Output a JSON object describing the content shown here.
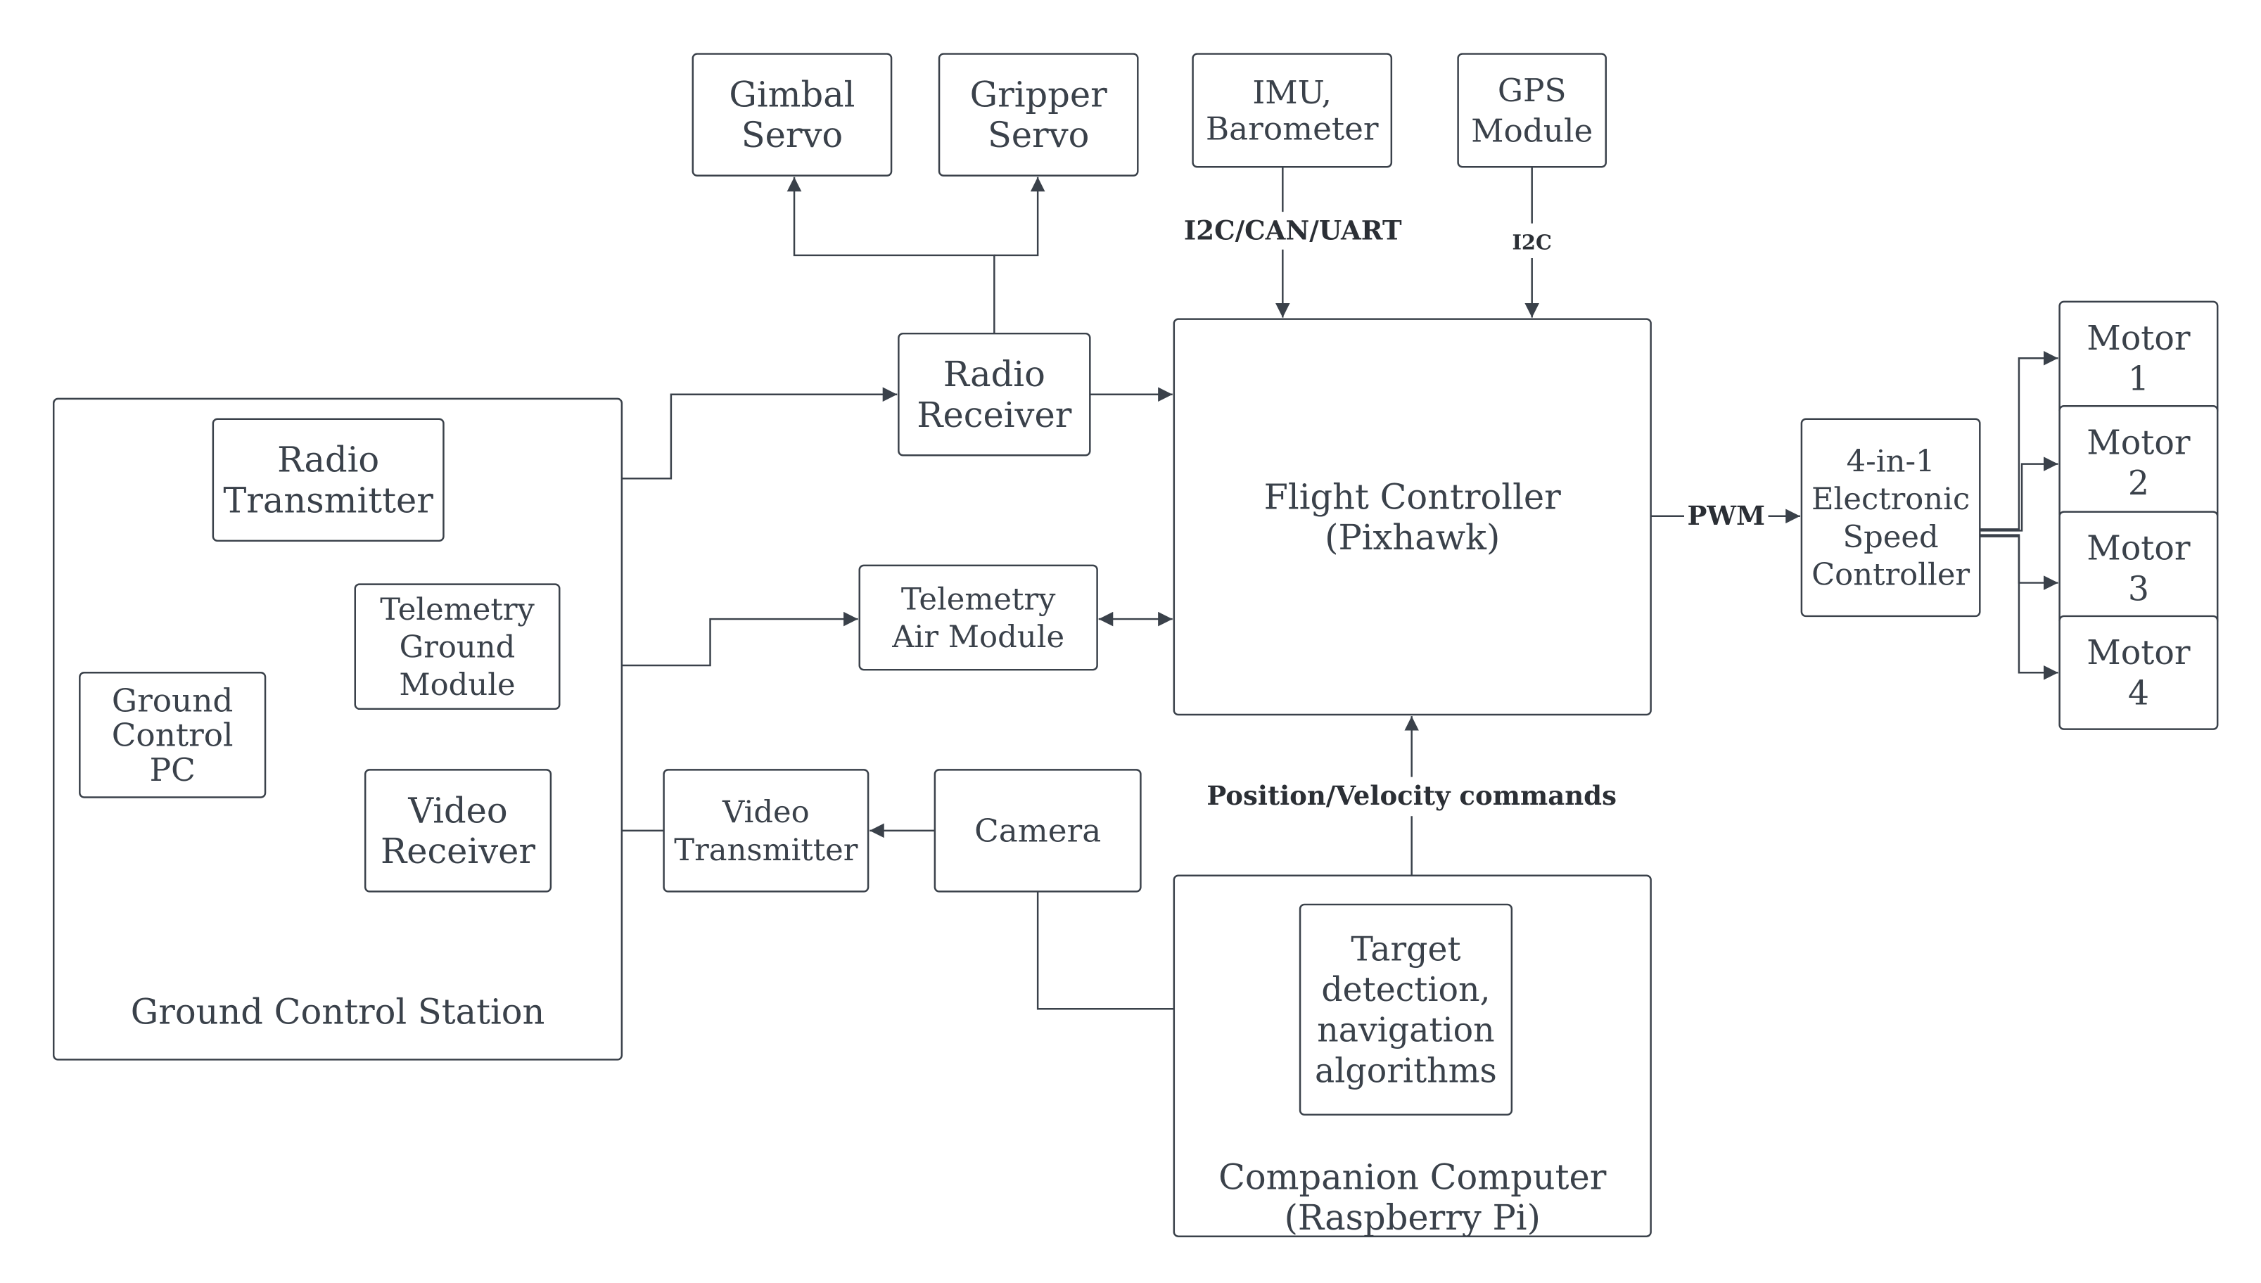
{
  "colors": {
    "stroke": "#3a414a",
    "background": "#ffffff"
  },
  "nodes": {
    "gimbal_servo": [
      "Gimbal",
      "Servo"
    ],
    "gripper_servo": [
      "Gripper",
      "Servo"
    ],
    "imu": [
      "IMU,",
      "Barometer"
    ],
    "gps": [
      "GPS",
      "Module"
    ],
    "radio_receiver": [
      "Radio",
      "Receiver"
    ],
    "flight_controller": [
      "Flight Controller",
      "(Pixhawk)"
    ],
    "esc": [
      "4-in-1",
      "Electronic",
      "Speed",
      "Controller"
    ],
    "motor1": [
      "Motor",
      "1"
    ],
    "motor2": [
      "Motor",
      "2"
    ],
    "motor3": [
      "Motor",
      "3"
    ],
    "motor4": [
      "Motor",
      "4"
    ],
    "ground_control_station": [
      "Ground Control Station"
    ],
    "radio_transmitter": [
      "Radio",
      "Transmitter"
    ],
    "telemetry_ground": [
      "Telemetry",
      "Ground",
      "Module"
    ],
    "ground_control_pc": [
      "Ground",
      "Control",
      "PC"
    ],
    "video_receiver": [
      "Video",
      "Receiver"
    ],
    "telemetry_air": [
      "Telemetry",
      "Air Module"
    ],
    "video_transmitter": [
      "Video",
      "Transmitter"
    ],
    "camera": [
      "Camera"
    ],
    "companion_computer": [
      "Companion Computer",
      "(Raspberry Pi)"
    ],
    "target_detection": [
      "Target",
      "detection,",
      "navigation",
      "algorithms"
    ]
  },
  "edge_labels": {
    "imu_bus": "I2C/CAN/UART",
    "gps_bus": "I2C",
    "pwm": "PWM",
    "commands": "Position/Velocity commands"
  }
}
